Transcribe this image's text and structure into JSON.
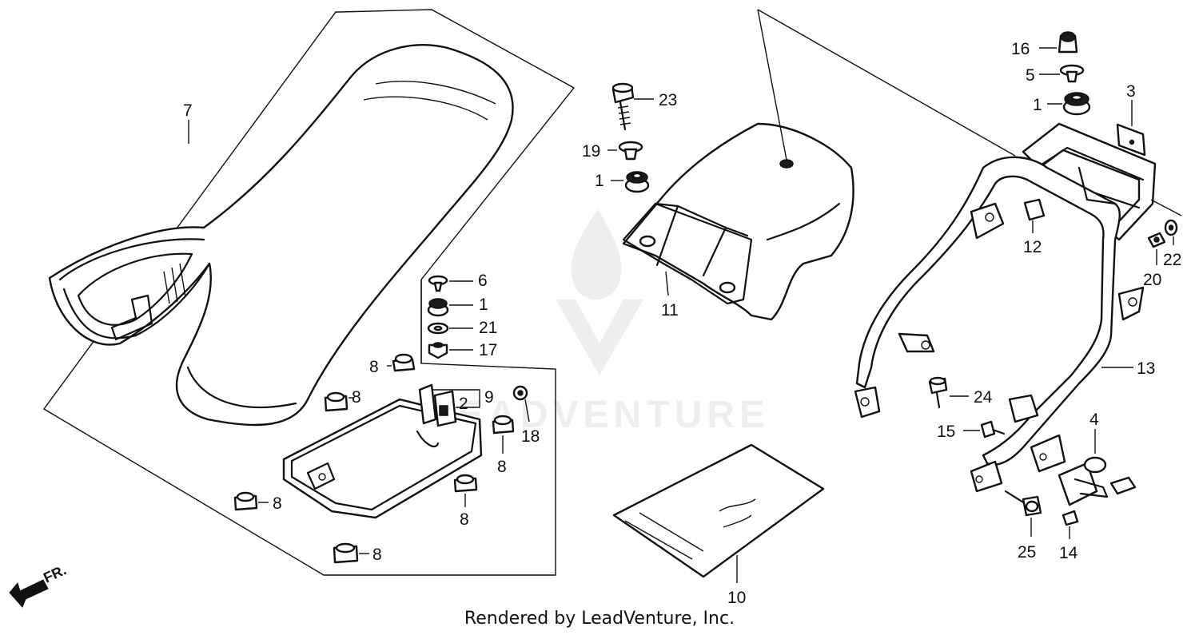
{
  "diagram": {
    "callouts": {
      "c7": "7",
      "c23": "23",
      "c19": "19",
      "c1a": "1",
      "c11": "11",
      "c16": "16",
      "c5": "5",
      "c1b": "1",
      "c3": "3",
      "c12": "12",
      "c22": "22",
      "c20": "20",
      "c6": "6",
      "c1c": "1",
      "c21": "21",
      "c17": "17",
      "c8a": "8",
      "c8b": "8",
      "c2": "2",
      "c9": "9",
      "c18": "18",
      "c8c": "8",
      "c8d": "8",
      "c8e": "8",
      "c8f": "8",
      "c13": "13",
      "c24": "24",
      "c15": "15",
      "c4": "4",
      "c10": "10",
      "c25": "25",
      "c14": "14"
    },
    "front_marker": "FR.",
    "watermark_text": "LEADVENTURE"
  },
  "footer": "Rendered by LeadVenture, Inc."
}
